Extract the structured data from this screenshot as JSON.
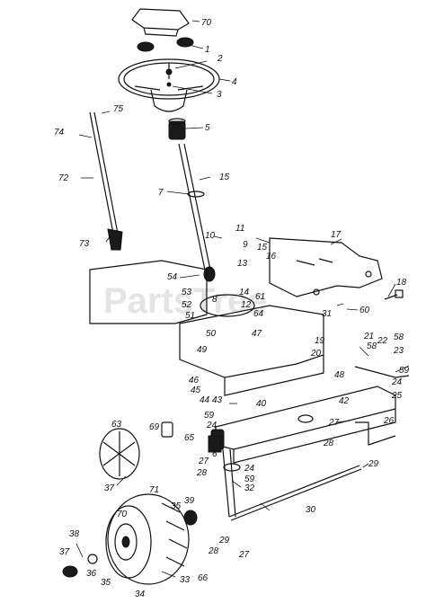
{
  "diagram": {
    "watermark": "PartsTree",
    "callouts": [
      {
        "id": "c70a",
        "text": "70"
      },
      {
        "id": "c1",
        "text": "1"
      },
      {
        "id": "c2",
        "text": "2"
      },
      {
        "id": "c4",
        "text": "4"
      },
      {
        "id": "c3",
        "text": "3"
      },
      {
        "id": "c5",
        "text": "5"
      },
      {
        "id": "c74",
        "text": "74"
      },
      {
        "id": "c75",
        "text": "75"
      },
      {
        "id": "c72",
        "text": "72"
      },
      {
        "id": "c73",
        "text": "73"
      },
      {
        "id": "c15a",
        "text": "15"
      },
      {
        "id": "c7",
        "text": "7"
      },
      {
        "id": "c10",
        "text": "10"
      },
      {
        "id": "c11",
        "text": "11"
      },
      {
        "id": "c9",
        "text": "9"
      },
      {
        "id": "c15b",
        "text": "15"
      },
      {
        "id": "c13",
        "text": "13"
      },
      {
        "id": "c16",
        "text": "16"
      },
      {
        "id": "c17",
        "text": "17"
      },
      {
        "id": "c18",
        "text": "18"
      },
      {
        "id": "c54",
        "text": "54"
      },
      {
        "id": "c53",
        "text": "53"
      },
      {
        "id": "c14",
        "text": "14"
      },
      {
        "id": "c52",
        "text": "52"
      },
      {
        "id": "c12",
        "text": "12"
      },
      {
        "id": "c51",
        "text": "51"
      },
      {
        "id": "c61",
        "text": "61"
      },
      {
        "id": "c64",
        "text": "64"
      },
      {
        "id": "c31",
        "text": "31"
      },
      {
        "id": "c60",
        "text": "60"
      },
      {
        "id": "c50",
        "text": "50"
      },
      {
        "id": "c47",
        "text": "47"
      },
      {
        "id": "c49",
        "text": "49"
      },
      {
        "id": "c19",
        "text": "19"
      },
      {
        "id": "c20",
        "text": "20"
      },
      {
        "id": "c21",
        "text": "21"
      },
      {
        "id": "c58a",
        "text": "58"
      },
      {
        "id": "c22",
        "text": "22"
      },
      {
        "id": "c58b",
        "text": "58"
      },
      {
        "id": "c23",
        "text": "23"
      },
      {
        "id": "c59a",
        "text": "59"
      },
      {
        "id": "c24a",
        "text": "24"
      },
      {
        "id": "c48",
        "text": "48"
      },
      {
        "id": "c46",
        "text": "46"
      },
      {
        "id": "c45",
        "text": "45"
      },
      {
        "id": "c44",
        "text": "44"
      },
      {
        "id": "c43",
        "text": "43"
      },
      {
        "id": "c42",
        "text": "42"
      },
      {
        "id": "c25",
        "text": "25"
      },
      {
        "id": "c40",
        "text": "40"
      },
      {
        "id": "c59b",
        "text": "59"
      },
      {
        "id": "c24b",
        "text": "24"
      },
      {
        "id": "c26",
        "text": "26"
      },
      {
        "id": "c27a",
        "text": "27"
      },
      {
        "id": "c28a",
        "text": "28"
      },
      {
        "id": "c63",
        "text": "63"
      },
      {
        "id": "c69",
        "text": "69"
      },
      {
        "id": "c65",
        "text": "65"
      },
      {
        "id": "c6",
        "text": "6"
      },
      {
        "id": "c27b",
        "text": "27"
      },
      {
        "id": "c24c",
        "text": "24"
      },
      {
        "id": "c28b",
        "text": "28"
      },
      {
        "id": "c59c",
        "text": "59"
      },
      {
        "id": "c32",
        "text": "32"
      },
      {
        "id": "c29a",
        "text": "29"
      },
      {
        "id": "c37a",
        "text": "37"
      },
      {
        "id": "c71",
        "text": "71"
      },
      {
        "id": "c35a",
        "text": "35"
      },
      {
        "id": "c39",
        "text": "39"
      },
      {
        "id": "c30",
        "text": "30"
      },
      {
        "id": "c70b",
        "text": "70"
      },
      {
        "id": "c29b",
        "text": "29"
      },
      {
        "id": "c38",
        "text": "38"
      },
      {
        "id": "c37b",
        "text": "37"
      },
      {
        "id": "c36",
        "text": "36"
      },
      {
        "id": "c35b",
        "text": "35"
      },
      {
        "id": "c34",
        "text": "34"
      },
      {
        "id": "c33",
        "text": "33"
      },
      {
        "id": "c28c",
        "text": "28"
      },
      {
        "id": "c27c",
        "text": "27"
      },
      {
        "id": "c66",
        "text": "66"
      },
      {
        "id": "c8",
        "text": "8"
      }
    ]
  }
}
